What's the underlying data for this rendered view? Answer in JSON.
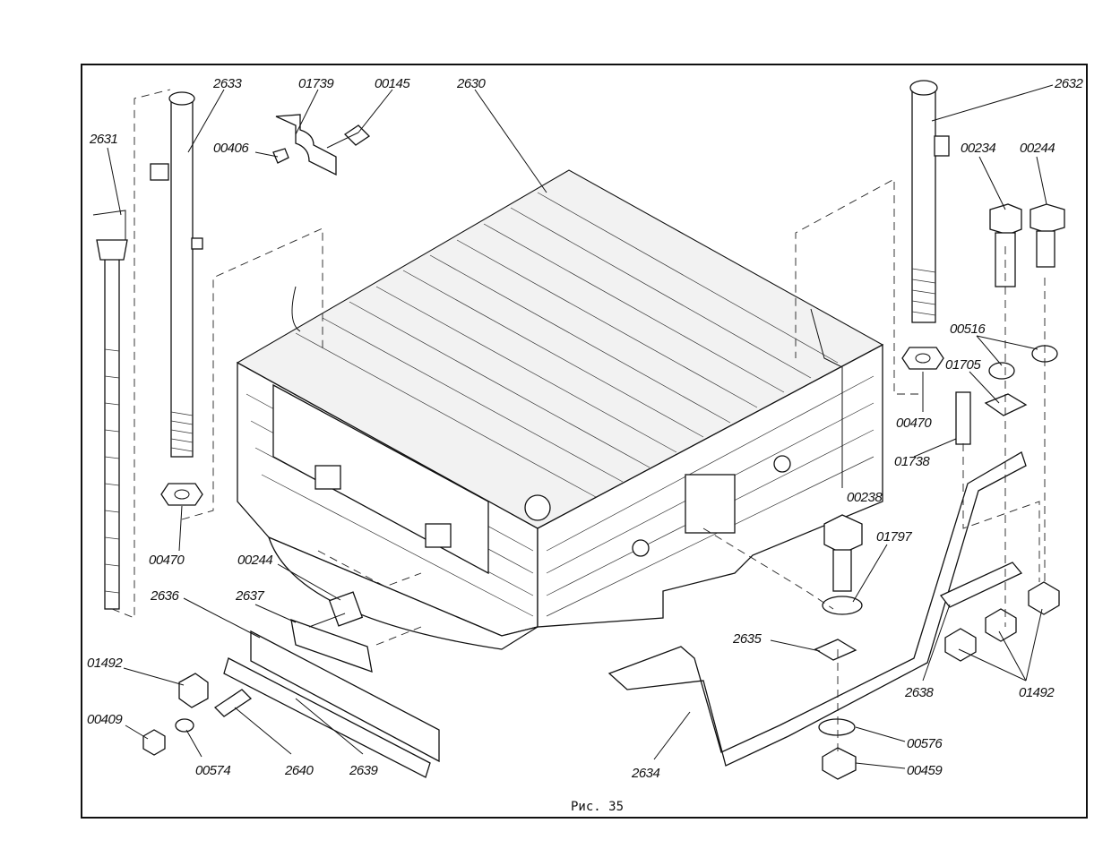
{
  "caption": "Рис. 35",
  "labels": {
    "p2631": "2631",
    "p2633": "2633",
    "p01739": "01739",
    "p00145": "00145",
    "p00406": "00406",
    "p2630": "2630",
    "p2632": "2632",
    "p00234": "00234",
    "p00244a": "00244",
    "p00516": "00516",
    "p01705": "01705",
    "p00470a": "00470",
    "p01738": "01738",
    "p00470b": "00470",
    "p00238": "00238",
    "p01797": "01797",
    "p00244b": "00244",
    "p2636": "2636",
    "p2637": "2637",
    "p01492a": "01492",
    "p00409": "00409",
    "p00574": "00574",
    "p2640": "2640",
    "p2639": "2639",
    "p2635": "2635",
    "p2634": "2634",
    "p2638": "2638",
    "p01492b": "01492",
    "p00576": "00576",
    "p00459": "00459"
  }
}
